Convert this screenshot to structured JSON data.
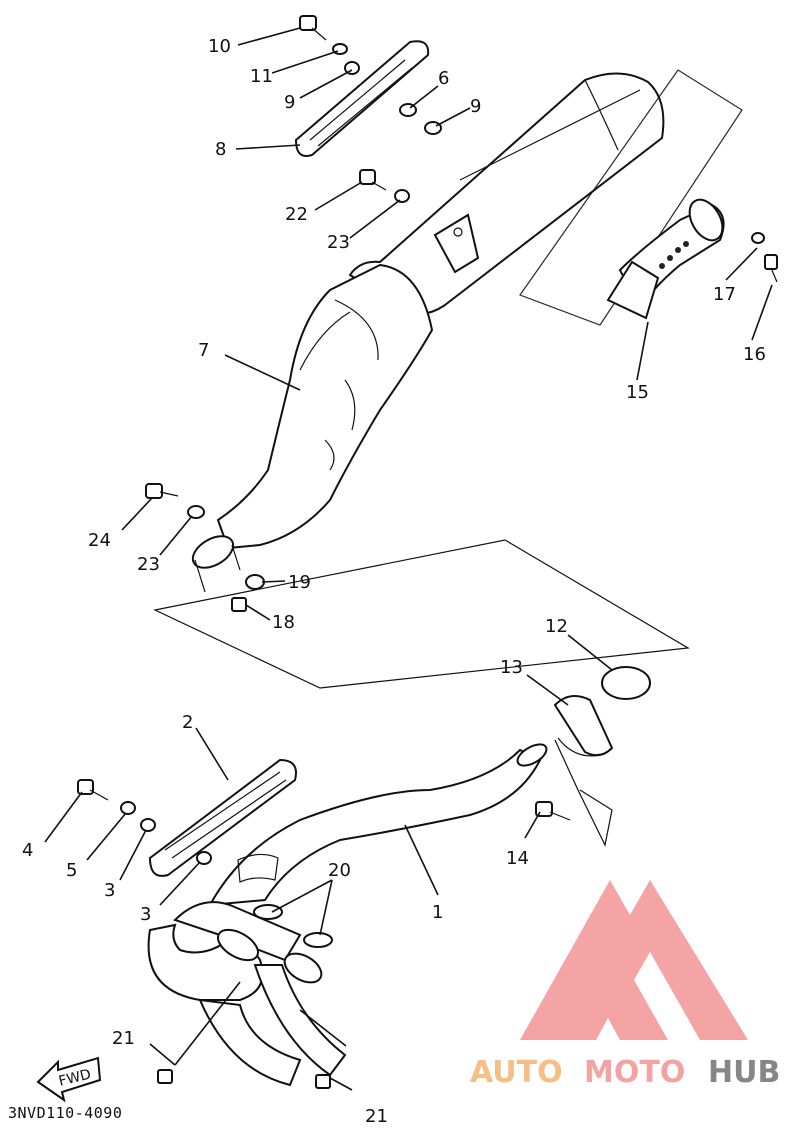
{
  "callouts": {
    "c1": "1",
    "c2": "2",
    "c3a": "3",
    "c3b": "3",
    "c4": "4",
    "c5": "5",
    "c6": "6",
    "c7": "7",
    "c8": "8",
    "c9a": "9",
    "c9b": "9",
    "c10": "10",
    "c11": "11",
    "c12": "12",
    "c13": "13",
    "c14": "14",
    "c15": "15",
    "c16": "16",
    "c17": "17",
    "c18": "18",
    "c19": "19",
    "c20": "20",
    "c21a": "21",
    "c21b": "21",
    "c22": "22",
    "c23a": "23",
    "c23b": "23",
    "c24": "24"
  },
  "fwd_label": "FWD",
  "diagram_code": "3NVD110-4090",
  "watermark": {
    "part1": "AUTO",
    "part2": "MOTO",
    "part3": "HUB",
    "color1": "#f5b87a",
    "color2": "#f39a9a",
    "color3": "#7a7a7a",
    "mark_color": "#f39a9a"
  }
}
